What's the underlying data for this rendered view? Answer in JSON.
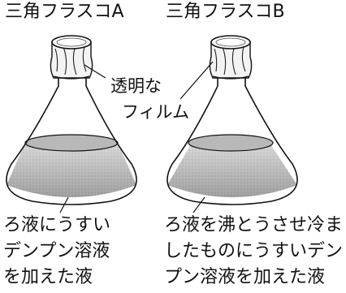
{
  "flask_a": {
    "title": "三角フラスコA",
    "caption_lines": [
      "ろ液にうすい",
      "デンプン溶液",
      "を加えた液"
    ]
  },
  "flask_b": {
    "title": "三角フラスコB",
    "caption_lines": [
      "ろ液を沸とうさせ冷ま",
      "したものにうすいデン",
      "プン溶液を加えた液"
    ]
  },
  "film_label_lines": [
    "透明な",
    "フィルム"
  ],
  "colors": {
    "ink": "#111111",
    "liquid_light": "#d8d8d8",
    "liquid_dark": "#9a9a9a",
    "film_fill": "#f4f4f4"
  }
}
